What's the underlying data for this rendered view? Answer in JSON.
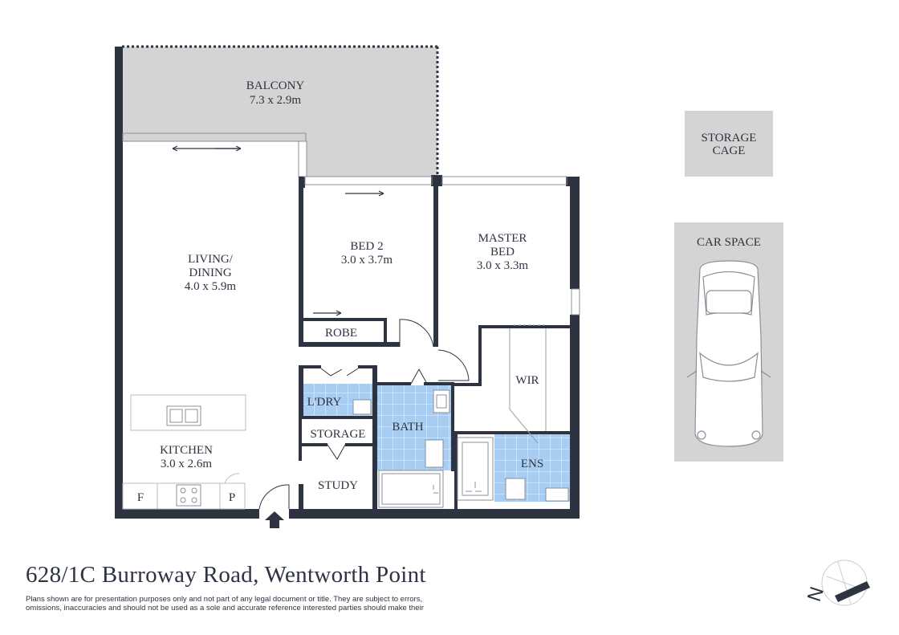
{
  "rooms": {
    "balcony": {
      "name": "BALCONY",
      "size": "7.3 x 2.9m"
    },
    "living": {
      "name_line1": "LIVING/",
      "name_line2": "DINING",
      "size": "4.0 x 5.9m"
    },
    "bed2": {
      "name": "BED 2",
      "size": "3.0 x 3.7m"
    },
    "master": {
      "name_line1": "MASTER",
      "name_line2": "BED",
      "size": "3.0 x 3.3m"
    },
    "robe": {
      "name": "ROBE"
    },
    "wir": {
      "name": "WIR"
    },
    "laundry": {
      "name": "L'DRY"
    },
    "storage": {
      "name": "STORAGE"
    },
    "bath": {
      "name": "BATH"
    },
    "ens": {
      "name": "ENS"
    },
    "study": {
      "name": "STUDY"
    },
    "kitchen": {
      "name": "KITCHEN",
      "size": "3.0 x 2.6m"
    },
    "fridge": {
      "name": "F"
    },
    "pantry": {
      "name": "P"
    }
  },
  "storage_cage": {
    "line1": "STORAGE",
    "line2": "CAGE"
  },
  "car_space": {
    "name": "CAR SPACE"
  },
  "address": "628/1C Burroway Road, Wentworth Point",
  "disclaimer": "Plans shown are for presentation purposes only and not part of any legal document or title. They are subject to errors, omissions, inaccuracies and should not be used as a sole and accurate reference interested parties should make their",
  "compass": {
    "letter": "N"
  },
  "colors": {
    "wall": "#2d3340",
    "balcony": "#d4d4d4",
    "wet_area": "#a8cdf0",
    "grey_box": "#d4d4d4"
  }
}
